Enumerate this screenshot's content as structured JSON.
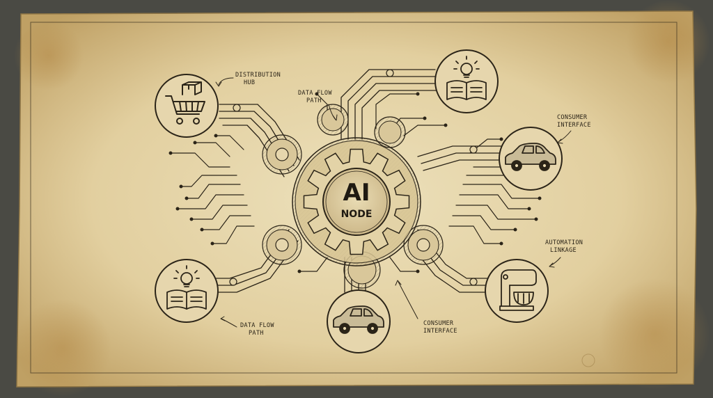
{
  "hub": {
    "title": "AI",
    "subtitle": "NODE"
  },
  "labels": {
    "distribution_hub": [
      "DISTRIBUTION",
      "HUB"
    ],
    "data_flow_top": [
      "DATA FLOW",
      "PATH"
    ],
    "consumer_top": [
      "CONSUMER",
      "INTERFACE"
    ],
    "automation": [
      "AUTOMATION",
      "LINKAGE"
    ],
    "data_flow_bottom": [
      "DATA FLOW",
      "PATH"
    ],
    "consumer_bottom": [
      "CONSUMER",
      "INTERFACE"
    ]
  },
  "nodes": [
    {
      "id": "cart",
      "icon": "shopping-cart-icon"
    },
    {
      "id": "book-top",
      "icon": "book-lightbulb-icon"
    },
    {
      "id": "car-right",
      "icon": "car-icon"
    },
    {
      "id": "mixer",
      "icon": "stand-mixer-icon"
    },
    {
      "id": "car-bottom",
      "icon": "car-icon"
    },
    {
      "id": "book-bottom",
      "icon": "book-lightbulb-icon"
    }
  ],
  "colors": {
    "paper": "#e6d6ad",
    "paper_edge": "#b89a5c",
    "ink": "#2b2418",
    "frame": "#4a4a44"
  }
}
